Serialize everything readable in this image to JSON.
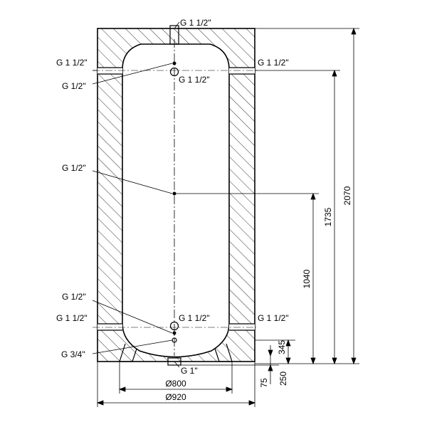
{
  "labels": {
    "top_connection": "G 1 1/2\"",
    "upper_left_port": "G 1 1/2\"",
    "upper_right_port": "G 1 1/2\"",
    "upper_sensor": "G 1/2\"",
    "upper_inner_port": "G 1 1/2\"",
    "middle_sensor": "G 1/2\"",
    "lower_sensor": "G 1/2\"",
    "lower_left_port": "G 1 1/2\"",
    "lower_inner_port": "G 1 1/2\"",
    "lower_right_port": "G 1 1/2\"",
    "bottom_side_port": "G 3/4\"",
    "bottom_drain": "G 1\""
  },
  "dimensions": {
    "total_height": "2070",
    "upper_port_height": "1735",
    "middle_sensor_height": "1040",
    "lower_port_height": "345",
    "bottom_port_height": "250",
    "drain_height": "75",
    "inner_diameter": "Ø800",
    "outer_diameter": "Ø920"
  },
  "colors": {
    "line": "#000000",
    "background": "#ffffff"
  }
}
